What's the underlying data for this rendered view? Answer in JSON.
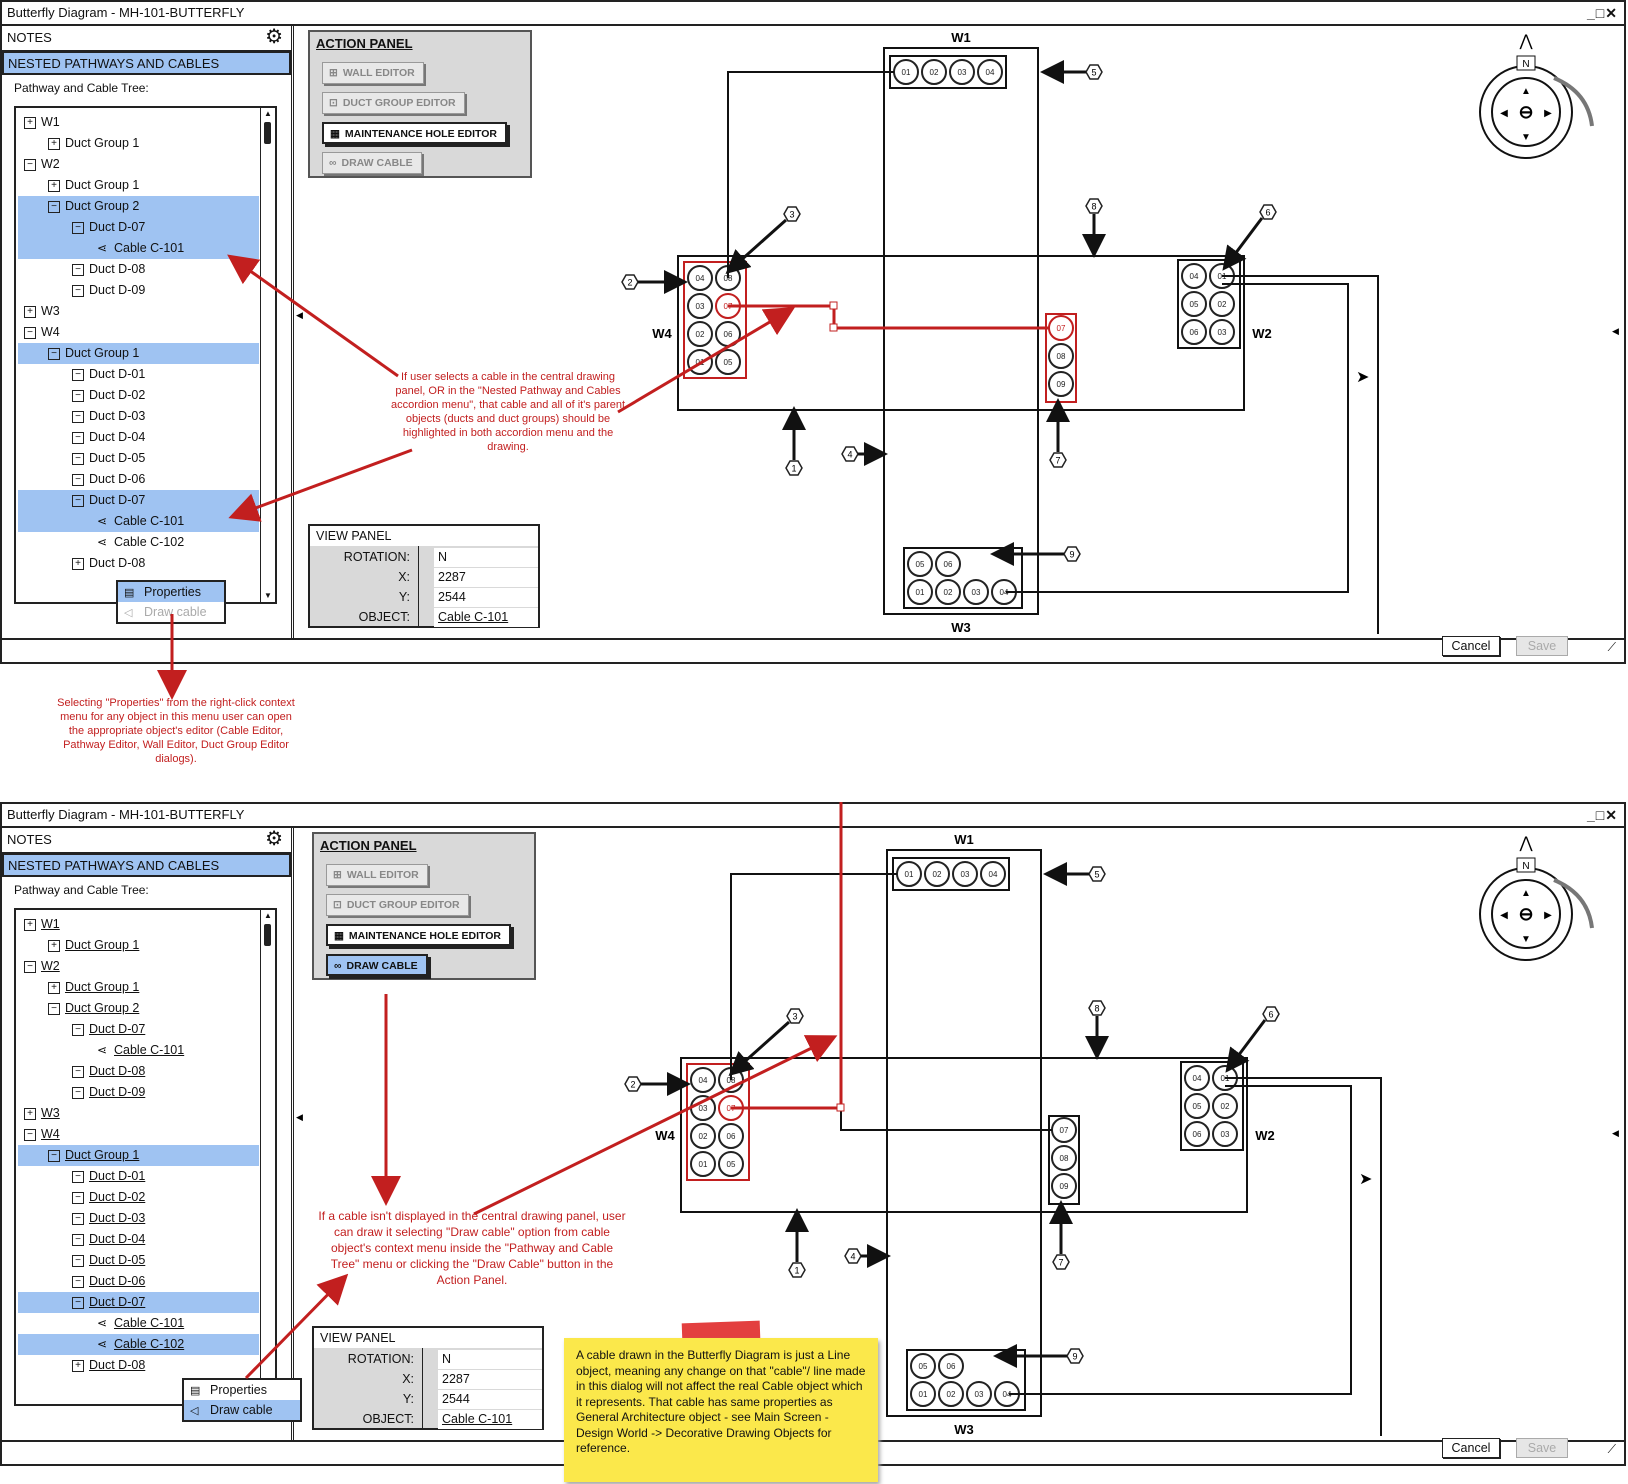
{
  "window": {
    "title": "Butterfly Diagram - MH-101-BUTTERFLY",
    "controls": "_□✕"
  },
  "left": {
    "notes": "NOTES",
    "nested_header": "NESTED PATHWAYS AND CABLES",
    "tree_label": "Pathway and Cable Tree:"
  },
  "tree1": [
    {
      "t": "W1",
      "k": "plus",
      "l": 0,
      "s": false
    },
    {
      "t": "Duct Group 1",
      "k": "plus",
      "l": 1,
      "s": false
    },
    {
      "t": "W2",
      "k": "minus",
      "l": 0,
      "s": false
    },
    {
      "t": "Duct Group 1",
      "k": "plus",
      "l": 1,
      "s": false
    },
    {
      "t": "Duct Group 2",
      "k": "minus",
      "l": 1,
      "s": true
    },
    {
      "t": "Duct D-07",
      "k": "minus",
      "l": 2,
      "s": true
    },
    {
      "t": "Cable C-101",
      "k": "cable",
      "l": 3,
      "s": true
    },
    {
      "t": "Duct D-08",
      "k": "minus",
      "l": 2,
      "s": false
    },
    {
      "t": "Duct D-09",
      "k": "minus",
      "l": 2,
      "s": false
    },
    {
      "t": "W3",
      "k": "plus",
      "l": 0,
      "s": false
    },
    {
      "t": "W4",
      "k": "minus",
      "l": 0,
      "s": false
    },
    {
      "t": "Duct Group 1",
      "k": "minus",
      "l": 1,
      "s": true
    },
    {
      "t": "Duct D-01",
      "k": "minus",
      "l": 2,
      "s": false
    },
    {
      "t": "Duct D-02",
      "k": "minus",
      "l": 2,
      "s": false
    },
    {
      "t": "Duct D-03",
      "k": "minus",
      "l": 2,
      "s": false
    },
    {
      "t": "Duct D-04",
      "k": "minus",
      "l": 2,
      "s": false
    },
    {
      "t": "Duct D-05",
      "k": "minus",
      "l": 2,
      "s": false
    },
    {
      "t": "Duct D-06",
      "k": "minus",
      "l": 2,
      "s": false
    },
    {
      "t": "Duct D-07",
      "k": "minus",
      "l": 2,
      "s": true
    },
    {
      "t": "Cable C-101",
      "k": "cable",
      "l": 3,
      "s": true
    },
    {
      "t": "Cable C-102",
      "k": "cable",
      "l": 3,
      "s": false
    },
    {
      "t": "Duct D-08",
      "k": "plus",
      "l": 2,
      "s": false
    }
  ],
  "tree2": [
    {
      "t": "W1",
      "k": "plus",
      "l": 0,
      "s": false
    },
    {
      "t": "Duct Group 1",
      "k": "plus",
      "l": 1,
      "s": false
    },
    {
      "t": "W2",
      "k": "minus",
      "l": 0,
      "s": false
    },
    {
      "t": "Duct Group 1",
      "k": "plus",
      "l": 1,
      "s": false
    },
    {
      "t": "Duct Group 2",
      "k": "minus",
      "l": 1,
      "s": false
    },
    {
      "t": "Duct D-07",
      "k": "minus",
      "l": 2,
      "s": false
    },
    {
      "t": "Cable C-101",
      "k": "cable",
      "l": 3,
      "s": false
    },
    {
      "t": "Duct D-08",
      "k": "minus",
      "l": 2,
      "s": false
    },
    {
      "t": "Duct D-09",
      "k": "minus",
      "l": 2,
      "s": false
    },
    {
      "t": "W3",
      "k": "plus",
      "l": 0,
      "s": false
    },
    {
      "t": "W4",
      "k": "minus",
      "l": 0,
      "s": false
    },
    {
      "t": "Duct Group 1",
      "k": "minus",
      "l": 1,
      "s": true
    },
    {
      "t": "Duct D-01",
      "k": "minus",
      "l": 2,
      "s": false
    },
    {
      "t": "Duct D-02",
      "k": "minus",
      "l": 2,
      "s": false
    },
    {
      "t": "Duct D-03",
      "k": "minus",
      "l": 2,
      "s": false
    },
    {
      "t": "Duct D-04",
      "k": "minus",
      "l": 2,
      "s": false
    },
    {
      "t": "Duct D-05",
      "k": "minus",
      "l": 2,
      "s": false
    },
    {
      "t": "Duct D-06",
      "k": "minus",
      "l": 2,
      "s": false
    },
    {
      "t": "Duct D-07",
      "k": "minus",
      "l": 2,
      "s": true
    },
    {
      "t": "Cable C-101",
      "k": "cable",
      "l": 3,
      "s": false
    },
    {
      "t": "Cable C-102",
      "k": "cable",
      "l": 3,
      "s": true
    },
    {
      "t": "Duct D-08",
      "k": "plus",
      "l": 2,
      "s": false
    }
  ],
  "context_menu": {
    "properties": "Properties",
    "draw_cable": "Draw cable"
  },
  "action_panel": {
    "title": "ACTION PANEL",
    "wall_editor": "WALL EDITOR",
    "duct_group_editor": "DUCT GROUP EDITOR",
    "mh_editor": "MAINTENANCE HOLE EDITOR",
    "draw_cable": "DRAW CABLE"
  },
  "view_panel": {
    "title": "VIEW PANEL",
    "rotation_label": "ROTATION:",
    "rotation": "N",
    "x_label": "X:",
    "x": "2287",
    "y_label": "Y:",
    "y": "2544",
    "object_label": "OBJECT:",
    "object": "Cable C-101"
  },
  "buttons": {
    "cancel": "Cancel",
    "save": "Save"
  },
  "diagram": {
    "walls": {
      "w1": "W1",
      "w2": "W2",
      "w3": "W3",
      "w4": "W4"
    },
    "w1_ducts": [
      "01",
      "02",
      "03",
      "04"
    ],
    "w4_ducts": [
      "04",
      "08",
      "03",
      "07",
      "02",
      "06",
      "01",
      "05"
    ],
    "w2_ducts": [
      "04",
      "01",
      "05",
      "02",
      "06",
      "03"
    ],
    "w3_ducts_top": [
      "05",
      "06"
    ],
    "w3_ducts_bottom": [
      "01",
      "02",
      "03",
      "04"
    ],
    "cable_ducts": [
      "07",
      "08",
      "09"
    ],
    "callouts": [
      "1",
      "2",
      "3",
      "4",
      "5",
      "6",
      "7",
      "8",
      "9"
    ],
    "compass_n": "N"
  },
  "annotations": {
    "a1": "If user selects a cable in the central drawing panel, OR in the \"Nested Pathway and Cables accordion menu\", that cable and all of it's parent objects (ducts and duct groups) should be highlighted in both accordion menu and the drawing.",
    "a2": "Selecting \"Properties\" from the right-click context menu for any object in this menu user can open the appropriate object's editor (Cable Editor, Pathway Editor, Wall Editor, Duct Group Editor dialogs).",
    "a3": "If a cable isn't displayed in the central drawing panel, user can draw it selecting \"Draw cable\" option from cable object's context menu inside the \"Pathway and Cable Tree\" menu or clicking the \"Draw Cable\" button in the Action Panel.",
    "note": "A cable drawn in the Butterfly Diagram is just a Line object, meaning any change on that \"cable\"/ line made in this dialog will not affect the real Cable object which it represents. That cable has same properties as General Architecture object - see Main Screen - Design World -> Decorative Drawing Objects for reference."
  },
  "colors": {
    "highlight": "#9fc3f2",
    "annotation": "#c21f1f",
    "sticky": "#fbe84b",
    "panel_gray": "#d9d9d9"
  }
}
